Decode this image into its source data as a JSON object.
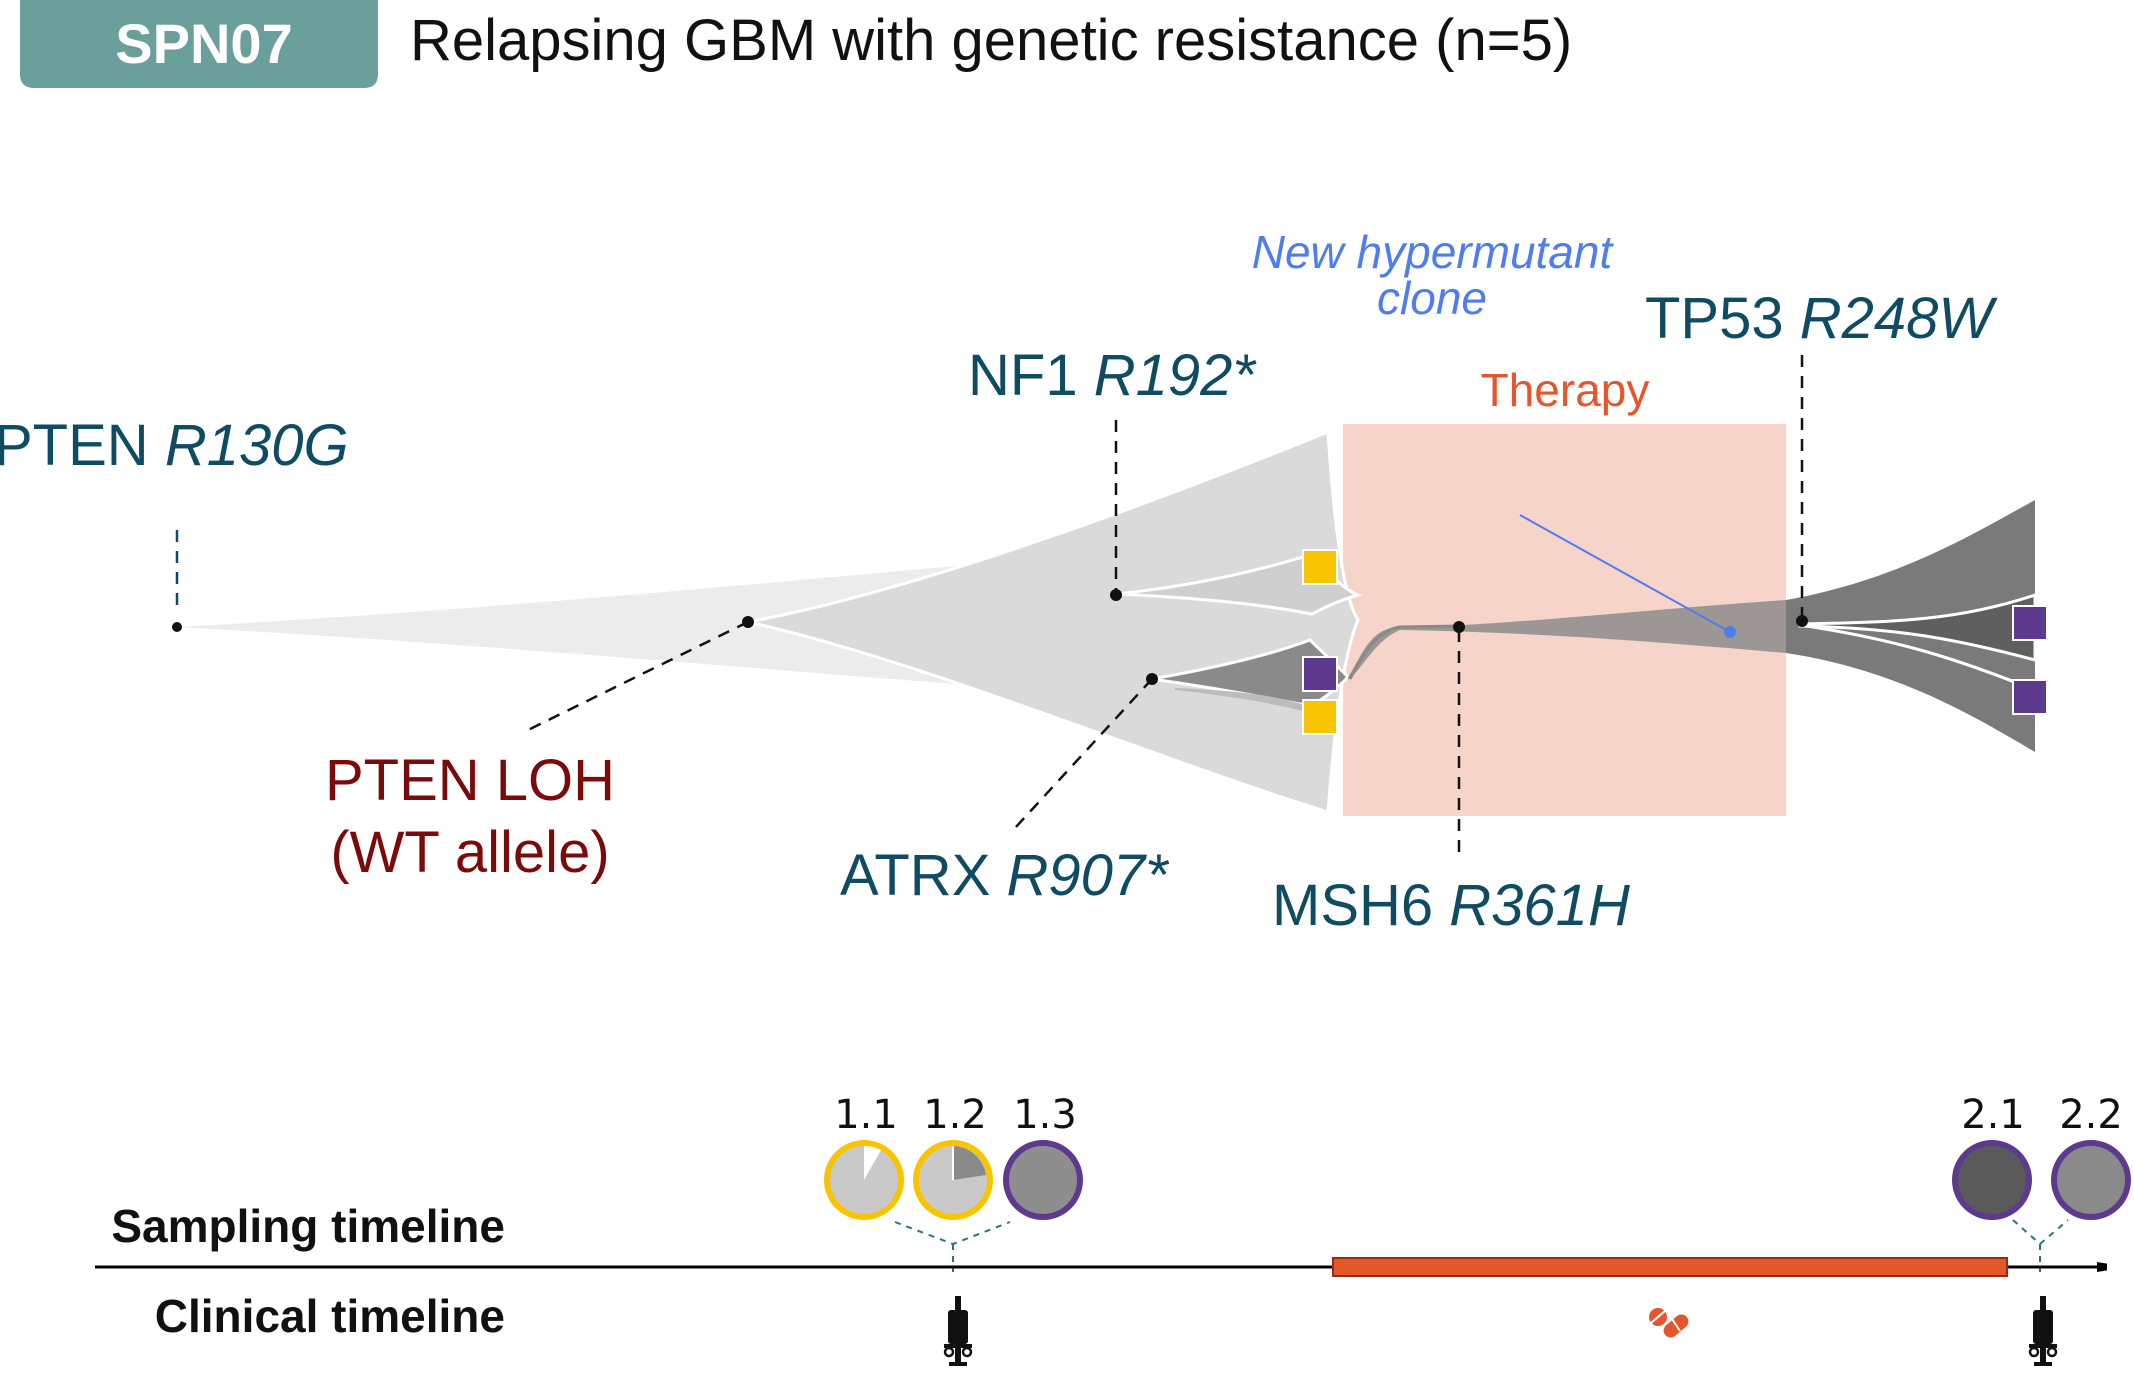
{
  "header": {
    "badge": "SPN07",
    "title": "Relapsing GBM with genetic resistance (n=5)"
  },
  "mutations": {
    "pten_gene": "PTEN",
    "pten_var": "R130G",
    "nf1_gene": "NF1",
    "nf1_var": "R192*",
    "pten_loh_line1": "PTEN LOH",
    "pten_loh_line2": "(WT allele)",
    "atrx_gene": "ATRX",
    "atrx_var": "R907*",
    "msh6_gene": "MSH6",
    "msh6_var": "R361H",
    "tp53_gene": "TP53",
    "tp53_var": "R248W"
  },
  "annotations": {
    "hyper_line1": "New hypermutant",
    "hyper_line2": "clone",
    "therapy": "Therapy"
  },
  "timeline": {
    "sampling_label": "Sampling timeline",
    "clinical_label": "Clinical timeline",
    "samples": [
      "1.1",
      "1.2",
      "1.3",
      "2.1",
      "2.2"
    ]
  },
  "colors": {
    "badge_bg": "#6b9f9c",
    "label_teal": "#0f4c63",
    "label_darkred": "#7b0a0a",
    "hyper_blue": "#4f7df0",
    "therapy_orange": "#e4562c",
    "therapy_box": "#f7d4ca",
    "yellow": "#f8c400",
    "purple": "#5e3a8e"
  },
  "icons": [
    "syringe-icon",
    "pill-icon"
  ]
}
